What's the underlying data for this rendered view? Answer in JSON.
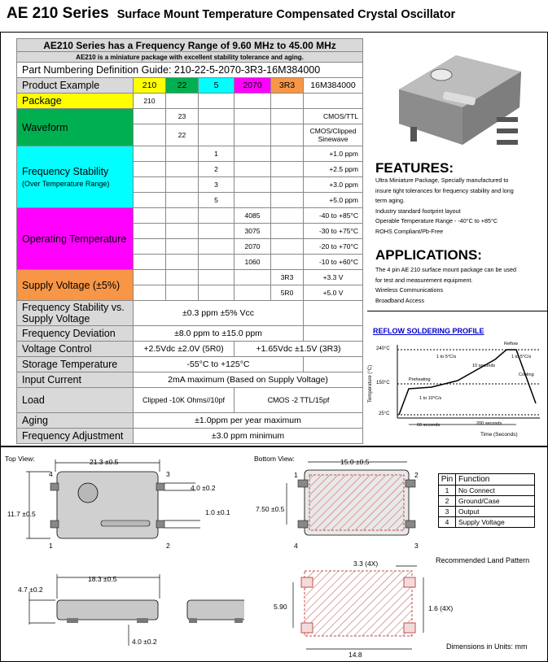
{
  "title": {
    "series": "AE 210 Series",
    "subtitle": "Surface Mount Temperature Compensated Crystal Oscillator"
  },
  "table": {
    "header_line1": "AE210 Series has a Frequency Range of 9.60 MHz to 45.00 MHz",
    "header_line2": "AE210 is a miniature package with excellent stability tolerance and aging.",
    "part_guide": "Part Numbering Definition Guide:  210-22-5-2070-3R3-16M384000",
    "example_label": "Product  Example",
    "example_codes": [
      "210",
      "22",
      "5",
      "2070",
      "3R3",
      "16M384000"
    ],
    "package_label": "Package",
    "package_code": "210",
    "waveform_label": "Waveform",
    "waveform_rows": [
      {
        "code": "23",
        "desc": "CMOS/TTL"
      },
      {
        "code": "22",
        "desc": "CMOS/Clipped Sinewave"
      }
    ],
    "stability_label": "Frequency Stability",
    "stability_sub": "(Over Temperature Range)",
    "stability_rows": [
      {
        "code": "1",
        "desc": "+1.0 ppm"
      },
      {
        "code": "2",
        "desc": "+2.5 ppm"
      },
      {
        "code": "3",
        "desc": "+3.0 ppm"
      },
      {
        "code": "5",
        "desc": "+5.0 ppm"
      }
    ],
    "optemp_label": "Operating Temperature",
    "optemp_rows": [
      {
        "code": "4085",
        "desc": "-40 to +85°C"
      },
      {
        "code": "3075",
        "desc": "-30 to +75°C"
      },
      {
        "code": "2070",
        "desc": "-20 to +70°C"
      },
      {
        "code": "1060",
        "desc": "-10 to +60°C"
      }
    ],
    "supply_label": "Supply Voltage (±5%)",
    "supply_rows": [
      {
        "code": "3R3",
        "desc": "+3.3  V"
      },
      {
        "code": "5R0",
        "desc": "+5.0 V"
      }
    ],
    "fsv_label": "Frequency Stability vs. Supply Voltage",
    "fsv_value": "±0.3 ppm ±5% Vcc",
    "fdev_label": "Frequency Deviation",
    "fdev_value": "±8.0 ppm to ±15.0 ppm",
    "vc_label": "Voltage Control",
    "vc_value1": "+2.5Vdc ±2.0V (5R0)",
    "vc_value2": "+1.65Vdc ±1.5V (3R3)",
    "st_label": "Storage Temperature",
    "st_value": "-55°C to +125°C",
    "ic_label": "Input  Current",
    "ic_value": "2mA maximum (Based on Supply Voltage)",
    "load_label": "Load",
    "load_value1": "Clipped -10K Ohms//10pf",
    "load_value2": "CMOS -2 TTL/15pf",
    "aging_label": "Aging",
    "aging_value": "±1.0ppm per year maximum",
    "fadj_label": "Frequency Adjustment",
    "fadj_value": "±3.0 ppm minimum"
  },
  "features": {
    "heading": "FEATURES:",
    "lines": [
      "Ultra Miniature Package, Specially manufactured to",
      "insure tight tolerances for frequency stability and long",
      "term aging.",
      "Industry standard footprint layout",
      "Operable Temperature Range - -40°C to +85°C",
      "ROHS Compliant/Pb-Free"
    ]
  },
  "applications": {
    "heading": "APPLICATIONS:",
    "lines": [
      "The 4 pin AE 210 surface mount package can be used",
      "for test and measurement equipment.",
      "Wireless Communications",
      "Broadband Access"
    ]
  },
  "reflow": {
    "link": "REFLOW SOLDERING PROFILE",
    "y_label": "Temperature (°C)",
    "x_label": "Time (Seconds)",
    "y_ticks": [
      "240°C",
      "150°C",
      "25°C"
    ],
    "labels": [
      "Reflow",
      "1 to 5°C/s",
      "10 seconds",
      "1 to 5°C/s",
      "Cooling",
      "Preheating",
      "1 to 10°C/s",
      "60 seconds",
      "200 seconds"
    ]
  },
  "drawings": {
    "top_view": "Top View:",
    "bottom_view": "Bottom View:",
    "dims": {
      "top_width": "21.3 ±0.5",
      "top_height": "11.7 ±0.5",
      "top_pin_h": "4.0 ±0.2",
      "top_pin_w": "1.0 ±0.1",
      "bot_width": "15.0 ±0.5",
      "bot_height": "7.50 ±0.5",
      "side_width": "18.3 ±0.5",
      "side_height": "4.7 ±0.2",
      "side_pin": "4.0 ±0.2",
      "land_pad": "3.3 (4X)",
      "land_h": "5.90",
      "land_pad_w": "1.6 (4X)",
      "land_w": "14.8"
    },
    "pins": {
      "p1": "1",
      "p2": "2",
      "p3": "3",
      "p4": "4"
    },
    "land_title": "Recommended Land Pattern",
    "units": "Dimensions in Units: mm"
  },
  "pin_table": {
    "headers": [
      "Pin",
      "Function"
    ],
    "rows": [
      {
        "pin": "1",
        "func": "No Connect"
      },
      {
        "pin": "2",
        "func": "Ground/Case"
      },
      {
        "pin": "3",
        "func": "Output"
      },
      {
        "pin": "4",
        "func": "Supply Voltage"
      }
    ]
  }
}
